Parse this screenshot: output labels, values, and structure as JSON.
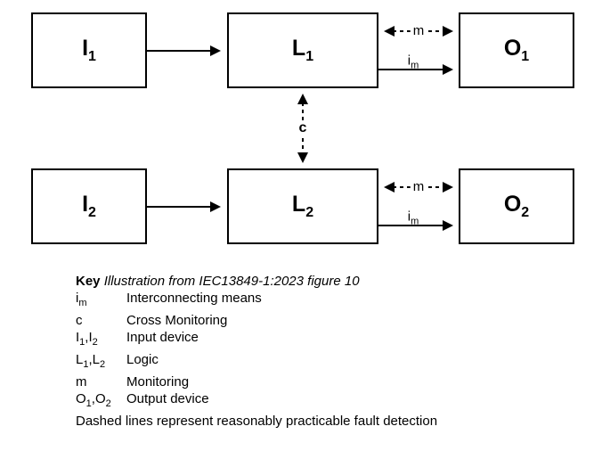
{
  "diagram": {
    "boxes": [
      {
        "name": "I1",
        "letter": "I",
        "sub": "1"
      },
      {
        "name": "L1",
        "letter": "L",
        "sub": "1"
      },
      {
        "name": "O1",
        "letter": "O",
        "sub": "1"
      },
      {
        "name": "I2",
        "letter": "I",
        "sub": "2"
      },
      {
        "name": "L2",
        "letter": "L",
        "sub": "2"
      },
      {
        "name": "O2",
        "letter": "O",
        "sub": "2"
      }
    ],
    "arrow_labels": {
      "monitoring_top": "m",
      "interconnect_top": {
        "letter": "i",
        "sub": "m"
      },
      "cross": "c",
      "monitoring_bottom": "m",
      "interconnect_bottom": {
        "letter": "i",
        "sub": "m"
      }
    },
    "line_color": "#000000"
  },
  "key": {
    "heading": "Key",
    "heading_note": "Illustration from IEC13849-1:2023 figure 10",
    "entries": [
      {
        "parts": [
          "i",
          "m"
        ],
        "definition": "Interconnecting means"
      },
      {
        "parts": [
          "c"
        ],
        "definition": "Cross Monitoring"
      },
      {
        "parts": [
          "I",
          "1",
          ",I",
          "2"
        ],
        "definition": "Input device"
      },
      {
        "parts": [
          "L",
          "1",
          ",L",
          "2"
        ],
        "definition": "Logic"
      },
      {
        "parts": [
          "m"
        ],
        "definition": "Monitoring"
      },
      {
        "parts": [
          "O",
          "1",
          ",O",
          "2"
        ],
        "definition": "Output device"
      }
    ],
    "footnote": "Dashed lines represent reasonably practicable fault detection"
  }
}
